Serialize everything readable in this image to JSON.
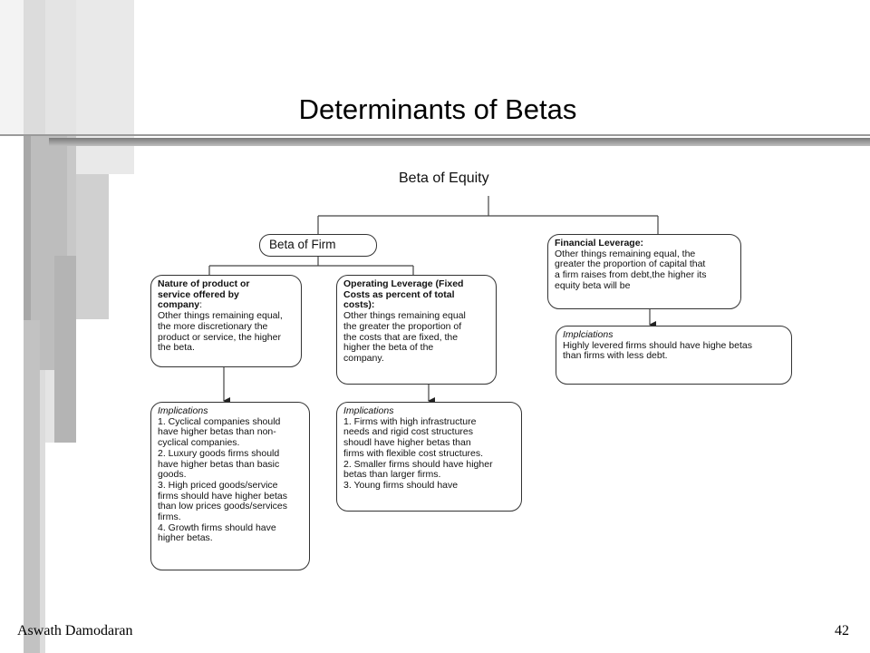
{
  "slide": {
    "title": "Determinants of Betas",
    "footer_author": "Aswath Damodaran",
    "page_number": "42"
  },
  "diagram": {
    "root": "Beta of Equity",
    "beta_of_firm": "Beta of Firm",
    "product_nature": {
      "heading": "Nature of product or\nservice offered by\ncompany",
      "heading_suffix": ":",
      "body": "Other things remaining equal,\nthe more discretionary the\nproduct or service, the higher\nthe beta."
    },
    "operating_leverage": {
      "heading": "Operating Leverage (Fixed\nCosts as percent of total\ncosts):",
      "body": "Other things remaining equal\nthe greater the proportion of\nthe costs that are fixed, the\nhigher the beta of the\ncompany."
    },
    "financial_leverage": {
      "heading": "Financial Leverage:",
      "body": "Other things remaining equal, the\ngreater the proportion of capital that\na firm raises from debt,the higher its\nequity beta will be"
    },
    "product_implications": {
      "heading": "Implications",
      "items": [
        "1. Cyclical companies should\nhave higher betas than non-\ncyclical companies.",
        "2. Luxury goods firms should\nhave higher betas than basic\ngoods.",
        "3. High priced goods/service\nfirms should have higher betas\nthan low prices goods/services\nfirms.",
        "4. Growth firms should have\nhigher betas."
      ]
    },
    "operating_implications": {
      "heading": "Implications",
      "items": [
        "1. Firms with high infrastructure\nneeds and rigid cost structures\nshoudl have higher betas than\nfirms with flexible cost structures.",
        "2. Smaller firms should have higher\nbetas than larger firms.",
        "3. Young firms should have"
      ]
    },
    "financial_implications": {
      "heading": "Implciations",
      "body": "Highly levered firms should have highe betas\nthan firms with less debt."
    }
  },
  "colors": {
    "deco_light": "#e6e6e6",
    "deco_mid": "#c4c4c4",
    "deco_dark": "#9e9e9e",
    "rule_dark": "#6b6b6b",
    "line": "#333333"
  }
}
